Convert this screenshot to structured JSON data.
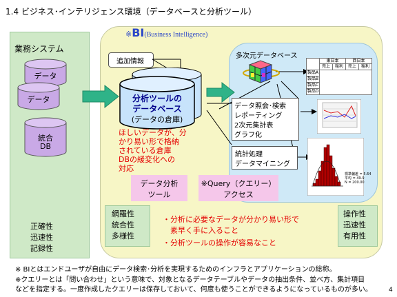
{
  "page_title": "1.4 ビジネス･インテリジェンス環境（データベースと分析ツール）",
  "page_number": "4",
  "business_system": {
    "title": "業務システム",
    "cyl1": "データ",
    "cyl2": "データ",
    "cyl3_line1": "統合",
    "cyl3_line2": "DB",
    "qualities": [
      "正確性",
      "迅速性",
      "記録性"
    ]
  },
  "bi": {
    "title_prefix": "※",
    "title_main": "BI",
    "title_sub": "(Business Intelligence)",
    "extra_info": "追加情報",
    "db_line1": "分析ツールの",
    "db_line2": "データベース",
    "db_line3": "(データの倉庫)",
    "note_lines": [
      "ほしいデータが、分",
      "かり易い形で格納",
      "されている倉庫",
      "DBの緩変化への",
      "対応"
    ],
    "tool_line1": "データ分析",
    "tool_line2": "ツール",
    "query_line1": "※Query（クエリー）",
    "query_line2": "アクセス",
    "qualities": [
      "網羅性",
      "統合性",
      "多様性"
    ],
    "bullets": [
      "・分析に必要なデータが分かり易い形で",
      "　素早く手に入ること",
      "・分析ツールの操作が容易なこと"
    ]
  },
  "analysis": {
    "multidim_title": "多次元データベース",
    "table_header_top": [
      "東日本",
      "西日本"
    ],
    "table_header_sub": [
      "売上",
      "粗利",
      "売上",
      "粗利"
    ],
    "table_rows": [
      "製品A",
      "製品B",
      "製品C",
      "製品D"
    ],
    "query_box": [
      "データ照会･検索",
      "レポーティング",
      "2次元集計表",
      "グラフ化"
    ],
    "stats_box": [
      "統計処理",
      "データマイニング"
    ],
    "qualities": [
      "操作性",
      "迅速性",
      "有用性"
    ],
    "histogram_legend": [
      "標準偏差 = 5.64",
      "平均 = 49.9",
      "N = 200.00"
    ]
  },
  "footnote_lines": [
    "※ BIとはエンドユーザが自由にデータ検索･分析を実現するためのインフラとアプリケーションの総称。",
    "※クエリーとは「問い合わせ」という意味で、対象となるデータテーブルやデータの抽出条件、並べ方、集計項目",
    "などを指定する。一度作成したクエリーは保存しておいて、何度も使うことができるようになっているものが多い。"
  ],
  "colors": {
    "business_bg": "#cfe9c7",
    "bi_bg": "#f7f6c6",
    "analysis_bg": "#cfe9f7",
    "cylinder_purple": "#c9a9e6",
    "db_blue": "#c7e3fb",
    "arrow_green": "#2fb388",
    "tool_pink": "#f5c7ea",
    "accent_red": "#e40000"
  }
}
